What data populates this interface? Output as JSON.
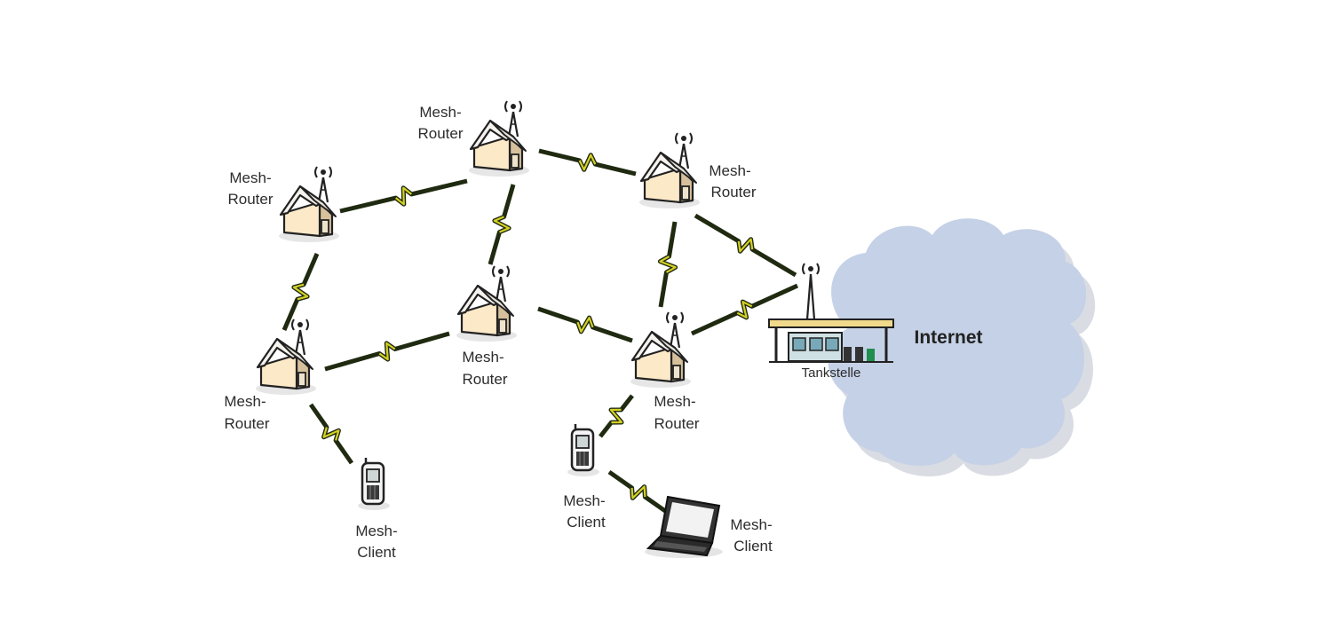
{
  "diagram": {
    "cloud": {
      "label": "Internet"
    },
    "gateway": {
      "label": "Tankstelle"
    },
    "routers": [
      {
        "label_line1": "Mesh-",
        "label_line2": "Router"
      },
      {
        "label_line1": "Mesh-",
        "label_line2": "Router"
      },
      {
        "label_line1": "Mesh-",
        "label_line2": "Router"
      },
      {
        "label_line1": "Mesh-",
        "label_line2": "Router"
      },
      {
        "label_line1": "Mesh-",
        "label_line2": "Router"
      },
      {
        "label_line1": "Mesh-",
        "label_line2": "Router"
      }
    ],
    "clients": [
      {
        "label_line1": "Mesh-",
        "label_line2": "Client"
      },
      {
        "label_line1": "Mesh-",
        "label_line2": "Client"
      },
      {
        "label_line1": "Mesh-",
        "label_line2": "Client"
      }
    ]
  },
  "colors": {
    "cloud_fill": "#c5d1e6",
    "cloud_shadow": "#d9dde3",
    "link_color": "#1f2a10",
    "bolt_color": "#d4d024",
    "house_wall": "#fbe9c8",
    "house_roof": "#f6f3ee"
  }
}
